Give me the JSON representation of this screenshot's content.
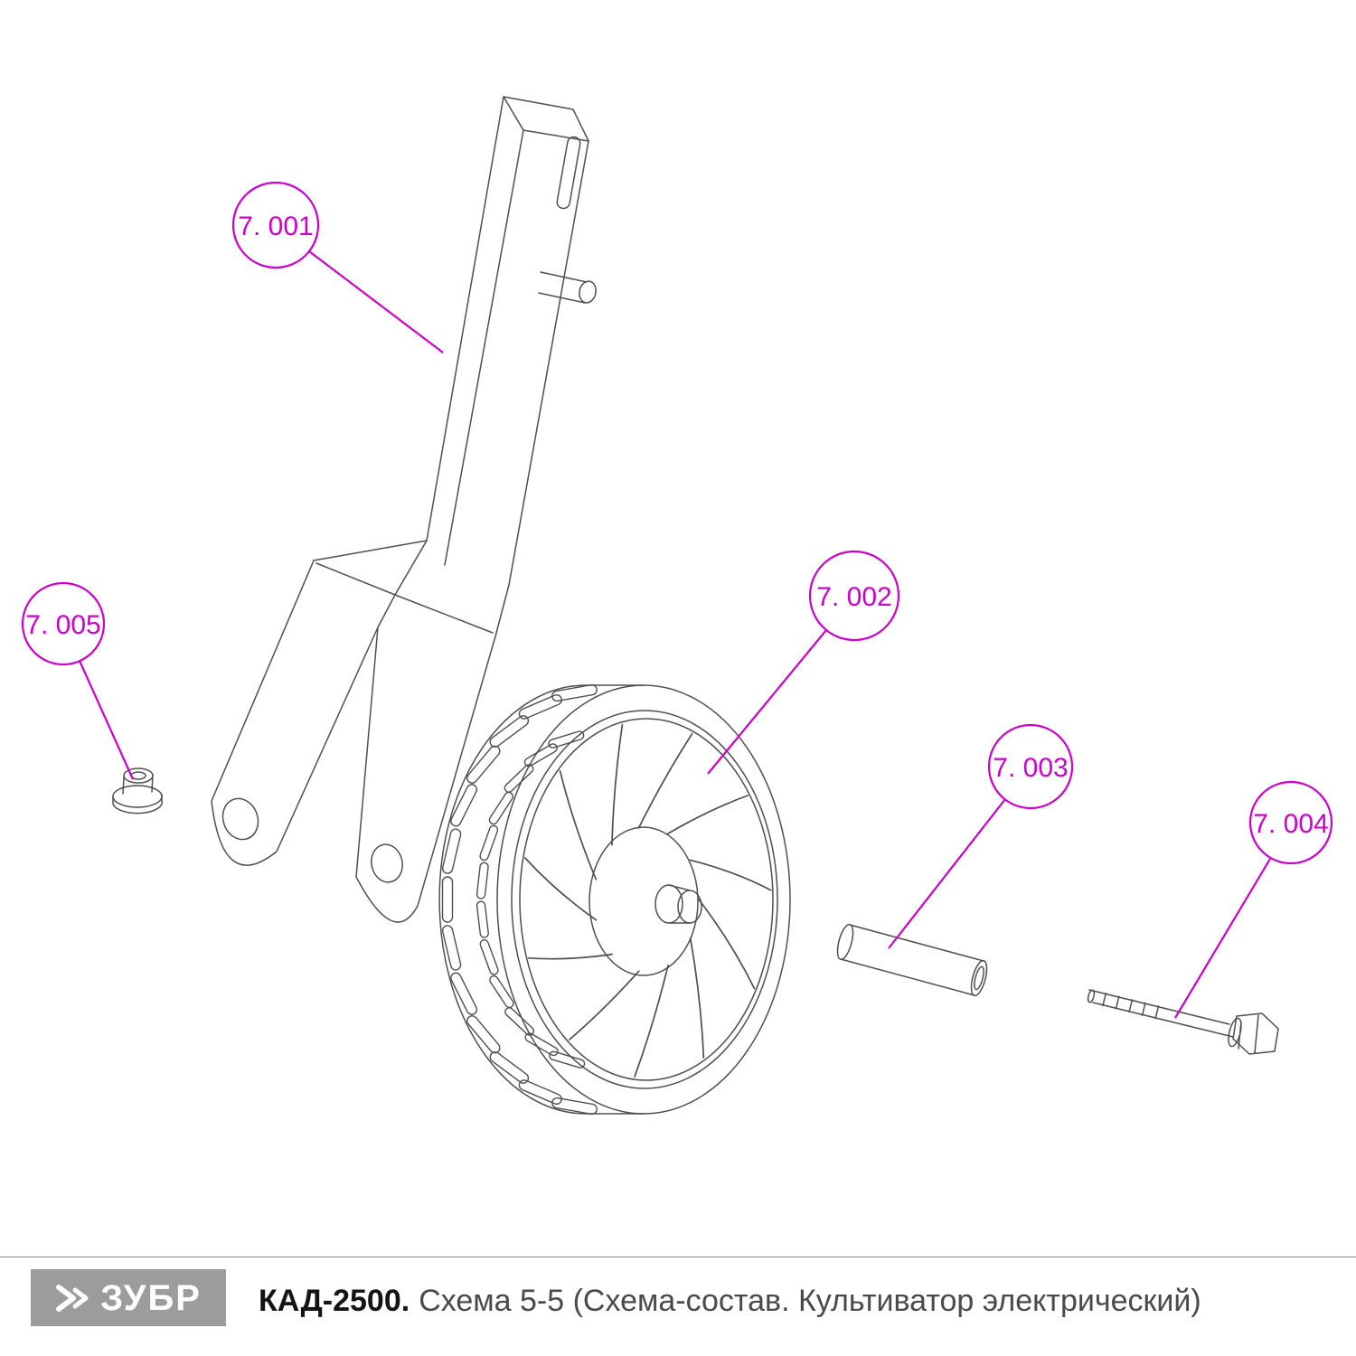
{
  "diagram": {
    "callouts": [
      {
        "label": "7. 001"
      },
      {
        "label": "7. 002"
      },
      {
        "label": "7. 003"
      },
      {
        "label": "7. 004"
      },
      {
        "label": "7. 005"
      }
    ]
  },
  "footer": {
    "logo_text": "ЗУБР",
    "title_model": "КАД-2500.",
    "title_rest": "Схема 5-5 (Схема-состав. Культиватор электрический)"
  },
  "colors": {
    "callout": "#cc00cc",
    "line_art": "#4f4f4f",
    "logo_background": "#9c9c9c"
  }
}
